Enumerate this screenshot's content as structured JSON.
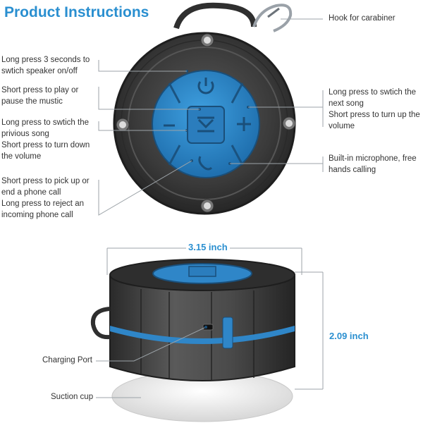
{
  "title": "Product Instructions",
  "labels": {
    "hook": "Hook for carabiner",
    "power": [
      "Long press 3 seconds to",
      "swtich speaker on/off"
    ],
    "play": [
      "Short press to play or",
      "pause the mustic"
    ],
    "prev": [
      "Long press to swtich the",
      "privious song",
      "Short press to turn down",
      "the volume"
    ],
    "call": [
      "Short press to pick up or",
      "end a phone call",
      "Long press to reject an",
      "incoming phone call"
    ],
    "next": [
      "Long press to swtich the",
      "next song",
      "Short press to turn up the",
      "volume"
    ],
    "mic": [
      "Built-in microphone, free",
      "hands calling"
    ],
    "charging": "Charging Port",
    "suction": "Suction cup"
  },
  "dimensions": {
    "width": "3.15 inch",
    "height": "2.09 inch"
  },
  "colors": {
    "accent": "#2a8fd0",
    "button_blue": "#2f86c8",
    "body_dark": "#3a3a3a"
  },
  "icons": [
    "power-icon",
    "play-pause-icon",
    "minus-icon",
    "plus-icon",
    "phone-icon"
  ]
}
